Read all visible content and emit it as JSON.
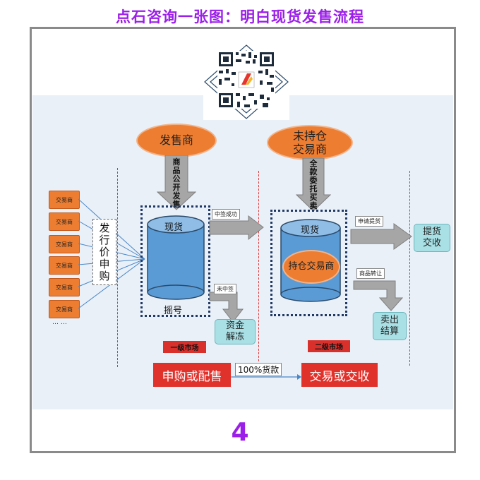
{
  "title": "点石咨询一张图：明白现货发售流程",
  "issuer": "发售商",
  "issuer_arrow_text": "商品公开发售",
  "holder": "未持仓交易商",
  "holder_arrow_text": "全款委托买卖",
  "traders": [
    "交易商",
    "交易商",
    "交易商",
    "交易商",
    "交易商",
    "交易商"
  ],
  "traders_more": "… …",
  "subscribe_box": "发行价申购",
  "cyl1_label": "现货",
  "cyl1_bottom": "摇号",
  "winning": "中签成功",
  "not_winning": "未中签",
  "funds_thaw": "资金解冻",
  "cyl2_label": "现货",
  "cyl2_inner": "持仓交易商",
  "apply_delivery": "申请提货",
  "goods_transfer": "商品转让",
  "delivery": "提货交收",
  "sell_settle": "卖出结算",
  "market1": "一级市场",
  "market2": "二级市场",
  "bottom_left": "申购或配售",
  "payment": "100%货款",
  "bottom_right": "交易或交收",
  "page": "4",
  "colors": {
    "orange": "#ed7d31",
    "blue": "#5b9bd5",
    "red": "#e0312b",
    "teal": "#a8e0e5",
    "purple": "#9b1fe8"
  }
}
